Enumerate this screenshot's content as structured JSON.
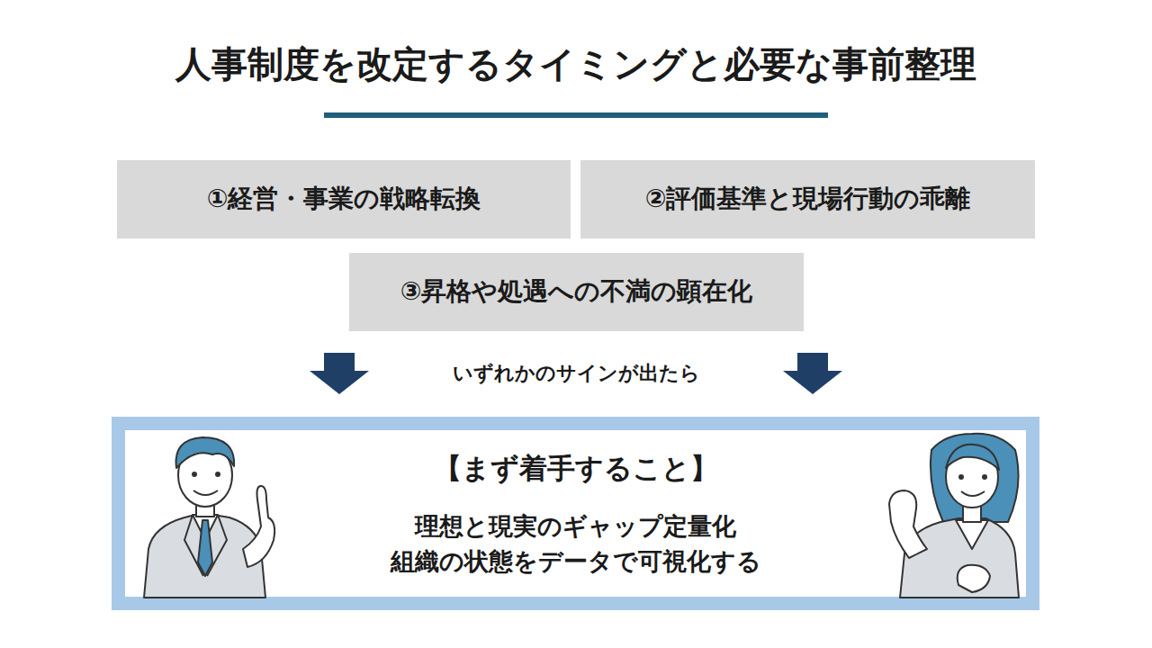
{
  "diagram": {
    "title": "人事制度を改定するタイミングと必要な事前整理",
    "nodes": [
      {
        "text": [
          "①経営・事業の戦略転換"
        ]
      },
      {
        "text": [
          "②評価基準と現場行動の乖離"
        ]
      },
      {
        "text": [
          "③昇格や処遇への不満の顕在化"
        ]
      },
      {
        "text": [
          "【まず着手すること】",
          "理想と現実のギャップ定量化 組織の状態をデータで可視化する"
        ]
      }
    ],
    "labels": [
      "いずれかのサインが出たら"
    ]
  }
}
